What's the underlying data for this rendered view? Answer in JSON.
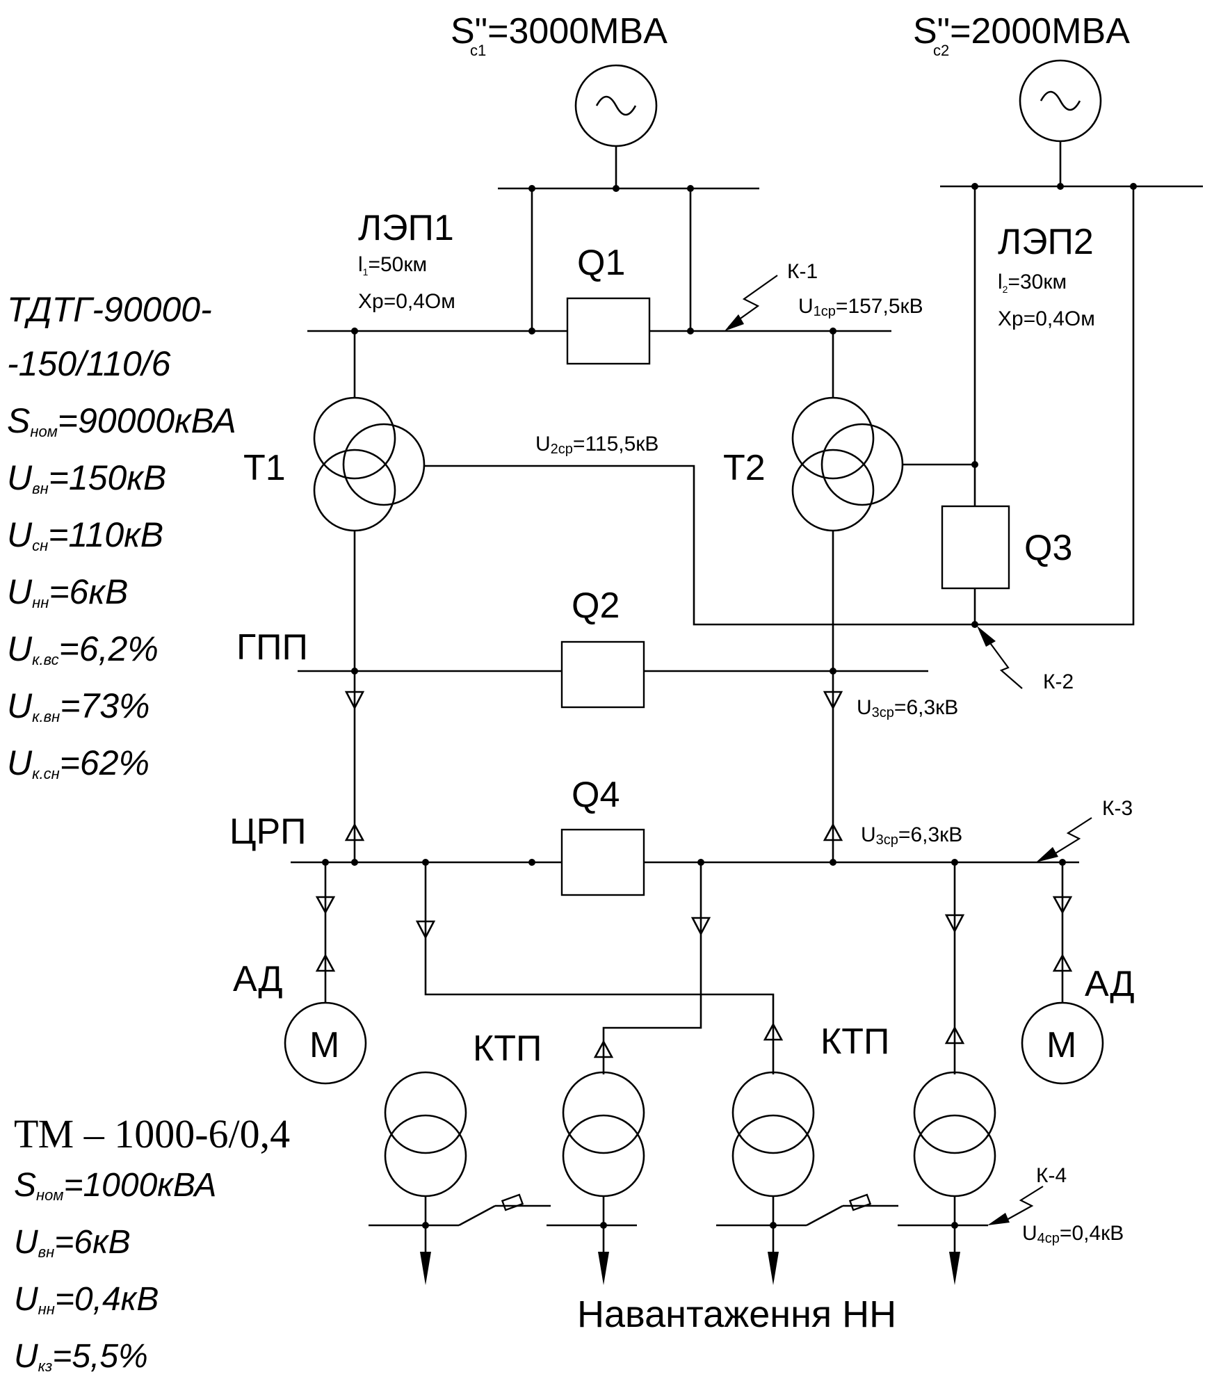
{
  "sources": {
    "s1": {
      "main": "S\"=3000MBA",
      "sub": "c1"
    },
    "s2": {
      "main": "S\"=2000MBA",
      "sub": "c2"
    }
  },
  "lines": {
    "lep1": {
      "name": "ЛЭП1",
      "length_l": "l",
      "length_sub": "1",
      "length_val": "=50км",
      "xp": "Xр=0,4Ом"
    },
    "lep2": {
      "name": "ЛЭП2",
      "length_l": "l",
      "length_sub": "2",
      "length_val": "=30км",
      "xp": "Xр=0,4Ом"
    }
  },
  "breakers": {
    "q1": "Q1",
    "q2": "Q2",
    "q3": "Q3",
    "q4": "Q4"
  },
  "transformers": {
    "t1": "T1",
    "t2": "T2"
  },
  "buses": {
    "gpp": "ГПП",
    "crp": "ЦРП",
    "ktp_left": "КТП",
    "ktp_right": "КТП"
  },
  "motors": {
    "ad_left": "АД",
    "ad_right": "АД",
    "m": "M"
  },
  "faults": {
    "k1": "К-1",
    "k2": "К-2",
    "k3": "К-3",
    "k4": "К-4"
  },
  "voltages": {
    "u1": {
      "u": "U",
      "sub": "1ср",
      "val": "=157,5кВ"
    },
    "u2": {
      "u": "U",
      "sub": "2ср",
      "val": "=115,5кВ"
    },
    "u3a": {
      "u": "U",
      "sub": "3ср",
      "val": "=6,3кВ"
    },
    "u3b": {
      "u": "U",
      "sub": "3ср",
      "val": "=6,3кВ"
    },
    "u4": {
      "u": "U",
      "sub": "4ср",
      "val": "=0,4кВ"
    }
  },
  "spec_tdtg": {
    "model1": "ТДТГ-90000-",
    "model2": "-150/110/6",
    "rows": [
      {
        "sym": "S",
        "sub": "ном",
        "val": "=90000кВА"
      },
      {
        "sym": "U",
        "sub": "вн",
        "val": "=150кВ"
      },
      {
        "sym": "U",
        "sub": "сн",
        "val": "=110кВ"
      },
      {
        "sym": "U",
        "sub": "нн",
        "val": "=6кВ"
      },
      {
        "sym": "U",
        "sub": "к.вс",
        "val": "=6,2%"
      },
      {
        "sym": "U",
        "sub": "к.вн",
        "val": "=73%"
      },
      {
        "sym": "U",
        "sub": "к.сн",
        "val": "=62%"
      }
    ]
  },
  "spec_tm": {
    "model": "ТМ – 1000-6/0,4",
    "rows": [
      {
        "sym": "S",
        "sub": "ном",
        "val": "=1000кВА"
      },
      {
        "sym": "U",
        "sub": "вн",
        "val": "=6кВ"
      },
      {
        "sym": "U",
        "sub": "нн",
        "val": "=0,4кВ"
      },
      {
        "sym": "U",
        "sub": "кз",
        "val": "=5,5%"
      }
    ]
  },
  "load_label": "Навантаження НН"
}
